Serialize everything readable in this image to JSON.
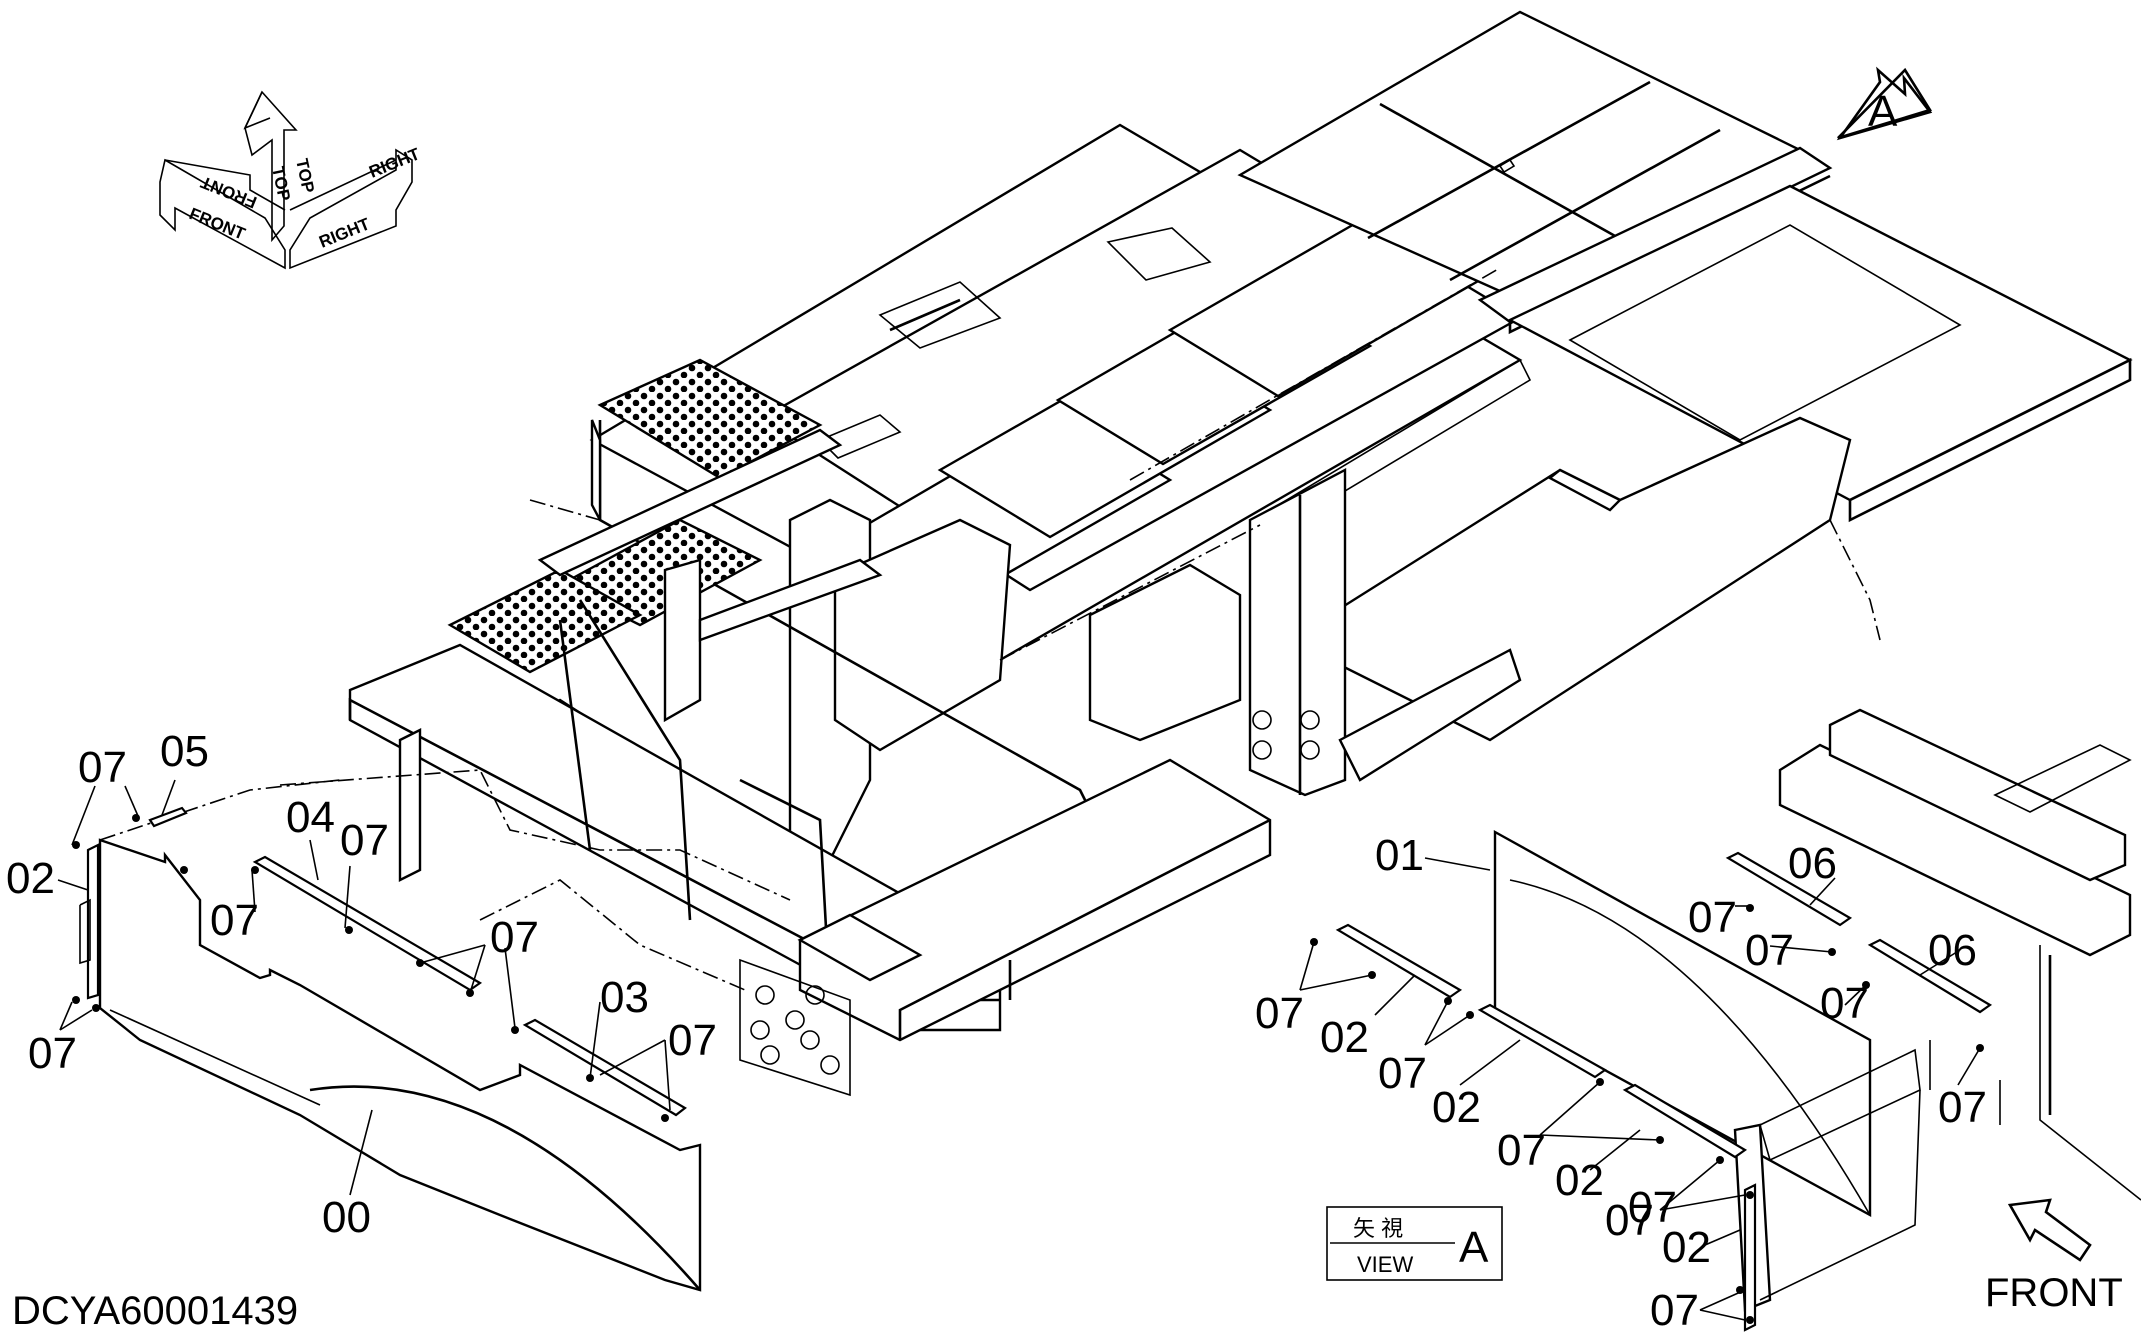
{
  "document_id": "DCYA60001439",
  "orientation_symbol": {
    "labels": [
      "TOP",
      "TOP",
      "FRONT",
      "FRONT",
      "RIGHT",
      "RIGHT"
    ]
  },
  "view_marker": "A",
  "view_box": {
    "japanese": "矢 視",
    "english": "VIEW",
    "letter": "A"
  },
  "front_arrow_label": "FRONT",
  "callouts": {
    "left": [
      "07",
      "05",
      "04",
      "07",
      "02",
      "07",
      "07",
      "07",
      "03",
      "07",
      "00"
    ],
    "right": [
      "01",
      "06",
      "07",
      "07",
      "06",
      "07",
      "07",
      "07",
      "02",
      "07",
      "02",
      "07",
      "07",
      "02",
      "07",
      "02",
      "07"
    ]
  }
}
